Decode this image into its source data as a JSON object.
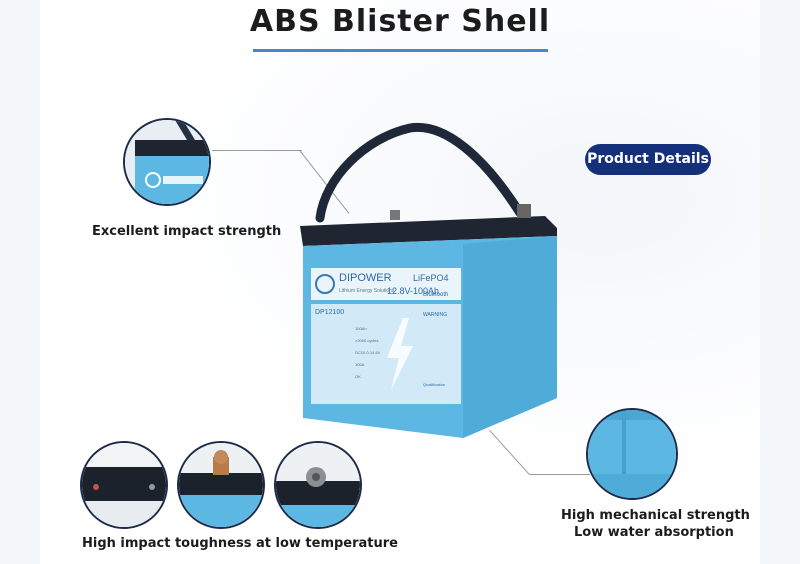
{
  "title": "ABS Blister Shell",
  "badge": "Product Details",
  "captions": {
    "impact_strength": "Excellent impact strength",
    "low_temp_toughness": "High impact toughness at low temperature",
    "mechanical_line1": "High mechanical strength",
    "mechanical_line2": "Low water absorption"
  },
  "battery": {
    "brand": "DIPOWER",
    "tagline": "Lithium Energy Solutions",
    "chemistry": "LiFePO4",
    "rating": "12.8V-100Ah",
    "bluetooth": "Bluetooth",
    "model": "DP12100",
    "warning": "WARNING",
    "qualification": "Qualification",
    "spec_values": [
      "100Ah",
      ">2000 cycles",
      "DC10.0-14.6V",
      "100A",
      "OK"
    ]
  },
  "colors": {
    "accent": "#4a86c8",
    "badge": "#14307a",
    "battery_body": "#5cb8e3",
    "battery_lid": "#222a36"
  }
}
